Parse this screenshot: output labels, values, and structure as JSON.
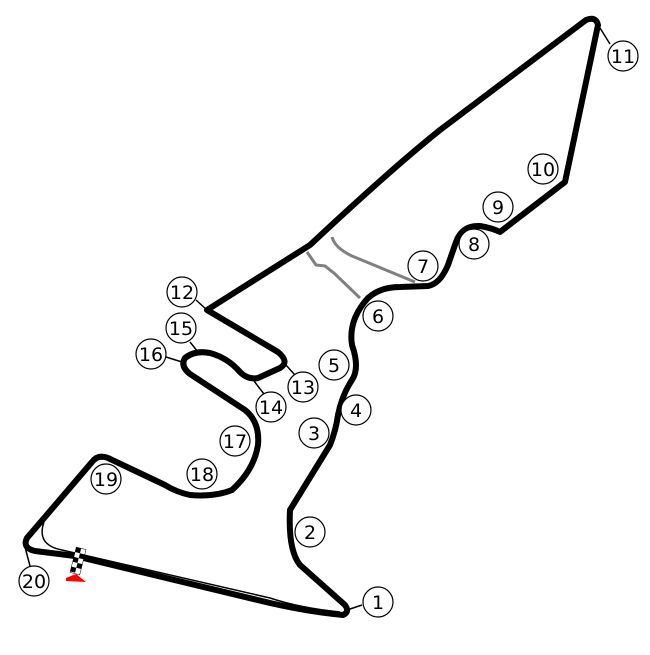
{
  "diagram": {
    "type": "race-circuit-map",
    "colors": {
      "track": "#000000",
      "runoff": "#808080",
      "start_marker": "#ff0000"
    },
    "turns": [
      {
        "label": "1"
      },
      {
        "label": "2"
      },
      {
        "label": "3"
      },
      {
        "label": "4"
      },
      {
        "label": "5"
      },
      {
        "label": "6"
      },
      {
        "label": "7"
      },
      {
        "label": "8"
      },
      {
        "label": "9"
      },
      {
        "label": "10"
      },
      {
        "label": "11"
      },
      {
        "label": "12"
      },
      {
        "label": "13"
      },
      {
        "label": "14"
      },
      {
        "label": "15"
      },
      {
        "label": "16"
      },
      {
        "label": "17"
      },
      {
        "label": "18"
      },
      {
        "label": "19"
      },
      {
        "label": "20"
      }
    ]
  }
}
